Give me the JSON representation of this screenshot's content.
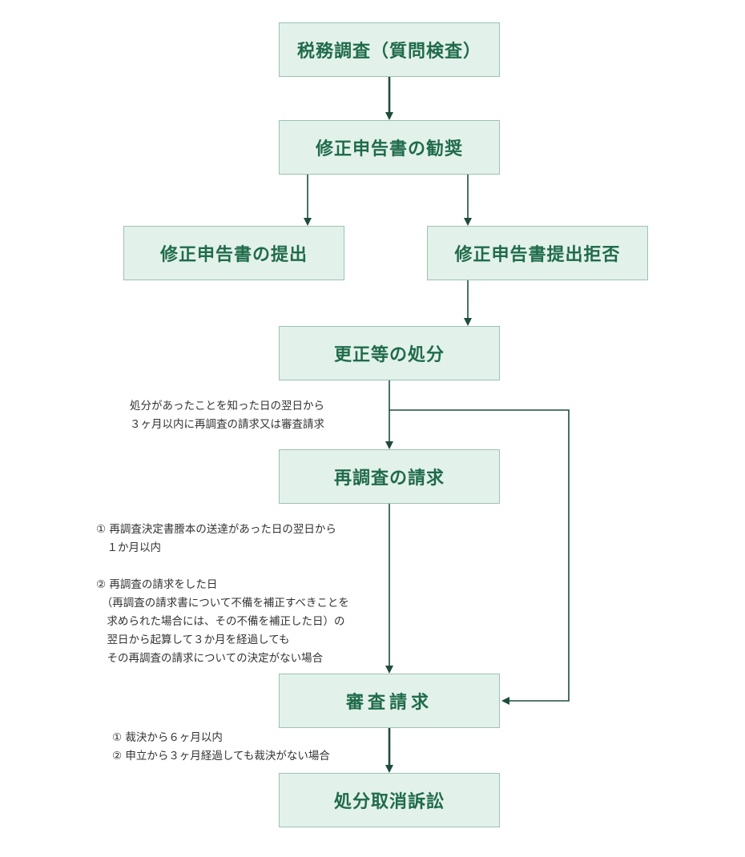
{
  "boxes": {
    "tax_investigation": "税務調査（質問検査）",
    "recommend_amended_return": "修正申告書の勧奨",
    "submit_amended_return": "修正申告書の提出",
    "refuse_amended_return": "修正申告書提出拒否",
    "correction_disposition": "更正等の処分",
    "reinvestigation_request": "再調査の請求",
    "examination_request": "審査請求",
    "revocation_lawsuit": "処分取消訴訟"
  },
  "notes": {
    "after_disposition": [
      "処分があったことを知った日の翌日から",
      "３ヶ月以内に再調査の請求又は審査請求"
    ],
    "after_reinvestigation": [
      "① 再調査決定書謄本の送達があった日の翌日から",
      "　１か月以内",
      "",
      "② 再調査の請求をした日",
      "　（再調査の請求書について不備を補正すべきことを",
      "　求められた場合には、その不備を補正した日）の",
      "　翌日から起算して３か月を経過しても",
      "　その再調査の請求についての決定がない場合"
    ],
    "after_examination": [
      "① 裁決から６ヶ月以内",
      "② 申立から３ヶ月経過しても裁決がない場合"
    ]
  },
  "colors": {
    "box_fill": "#e3f1eb",
    "box_border": "#9ac3b1",
    "box_text": "#1f6b4a",
    "arrow": "#1e4d3a",
    "note_text": "#333333"
  }
}
